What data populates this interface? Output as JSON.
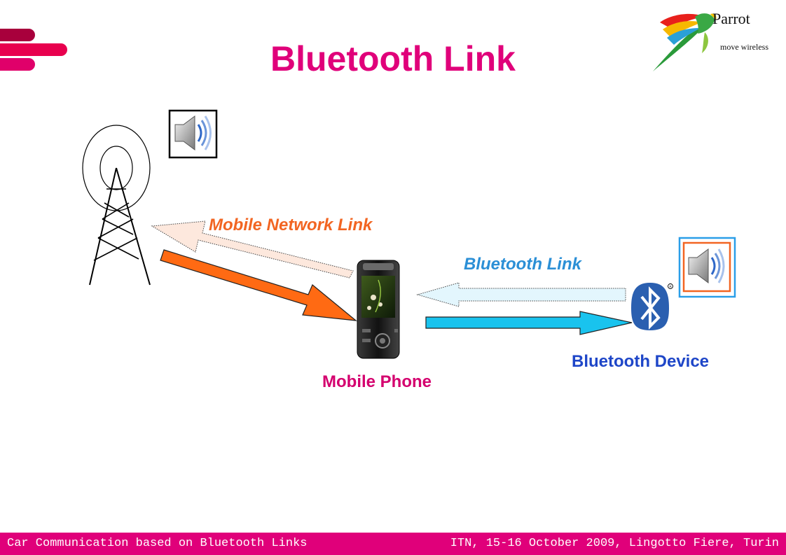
{
  "slide": {
    "title": "Bluetooth Link"
  },
  "logo": {
    "name": "Parrot",
    "tagline": "move wireless"
  },
  "labels": {
    "mobile_network_link": "Mobile Network Link",
    "bluetooth_link": "Bluetooth Link",
    "bluetooth_device": "Bluetooth Device",
    "mobile_phone": "Mobile Phone"
  },
  "footer": {
    "left": "Car Communication based on Bluetooth Links",
    "right": "ITN, 15-16 October 2009, Lingotto Fiere, Turin"
  },
  "colors": {
    "title": "#e0007a",
    "footer_bg": "#e0007a",
    "network_arrow": "#ff6a13",
    "network_arrow_faded": "#fde8dd",
    "bluetooth_arrow": "#19c3ee",
    "bluetooth_arrow_faded": "#e3f6fd",
    "bluetooth_logo": "#2a5fb0"
  }
}
